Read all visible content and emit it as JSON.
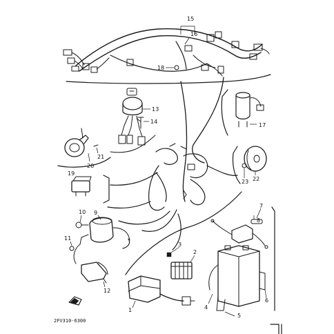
{
  "diagram": {
    "drawing_code": "2FV310-6300",
    "callouts": {
      "c1": "1",
      "c2": "2",
      "c3": "3",
      "c4": "4",
      "c5": "5",
      "c6": "6",
      "c7": "7",
      "c8": "8",
      "c9": "9",
      "c10": "10",
      "c11": "11",
      "c12": "12",
      "c13": "13",
      "c14": "14",
      "c15": "15",
      "c16": "16",
      "c17": "17",
      "c18": "18",
      "c19": "19",
      "c20": "20",
      "c21": "21",
      "c22": "22",
      "c23": "23"
    },
    "icons": {
      "harness": "wire-harness-icon",
      "main_switch": "main-switch-icon",
      "horn": "horn-icon",
      "coil": "ignition-coil-icon",
      "battery": "battery-icon",
      "rectifier": "rectifier-icon",
      "relay": "relay-icon",
      "cdi": "cdi-unit-icon",
      "cap": "plug-cap-icon",
      "light": "indicator-light-icon",
      "disc": "disc-icon"
    }
  }
}
